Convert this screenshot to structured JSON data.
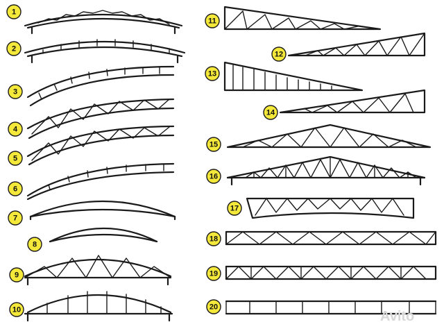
{
  "figure": {
    "badges": [
      "1",
      "2",
      "3",
      "4",
      "5",
      "6",
      "7",
      "8",
      "9",
      "10",
      "11",
      "12",
      "13",
      "14",
      "15",
      "16",
      "17",
      "18",
      "19",
      "20"
    ],
    "badge_color": "#f4e83a",
    "line_color": "#1a1a1a",
    "watermark": "Avito"
  }
}
